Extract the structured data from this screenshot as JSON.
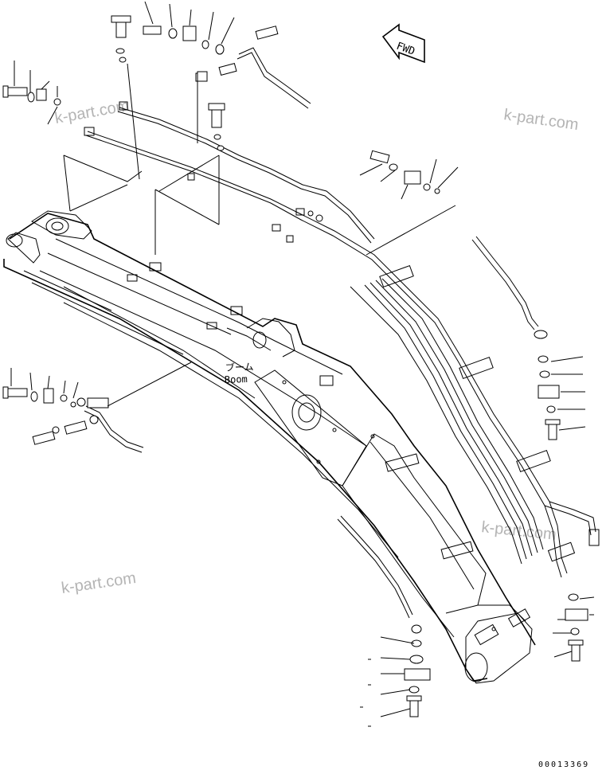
{
  "diagram": {
    "fwd_label": "FWD",
    "boom_label_jp": "ブーム",
    "boom_label_en": "Boom",
    "drawing_number": "00013369",
    "watermarks": [
      "k-part.com",
      "k-part.com",
      "k-part.com",
      "k-part.com"
    ]
  }
}
